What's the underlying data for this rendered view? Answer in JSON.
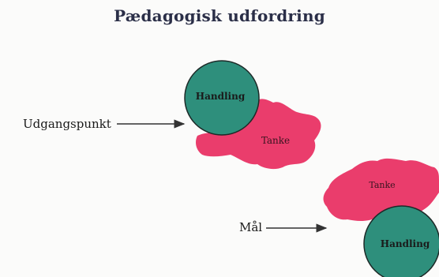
{
  "diagram": {
    "title": "Pædagogisk udfordring",
    "start_group": {
      "label": "Udgangspunkt",
      "circle_label": "Handling",
      "blob_label": "Tanke"
    },
    "goal_group": {
      "label": "Mål",
      "circle_label": "Handling",
      "blob_label": "Tanke"
    },
    "colors": {
      "circle_fill": "#2e8f7c",
      "circle_stroke": "#1d2a28",
      "blob_fill": "#ea3d6c",
      "text_dark": "#1a1a1a",
      "title": "#2b2f48",
      "arrow": "#333333"
    }
  }
}
